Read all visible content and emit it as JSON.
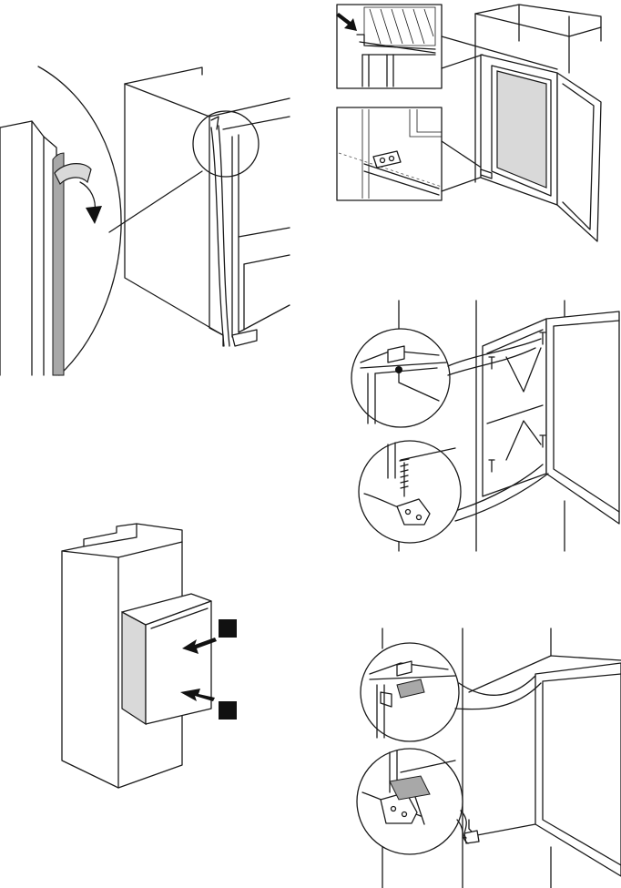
{
  "figure": {
    "panels": [
      {
        "id": "seal-strip"
      },
      {
        "id": "door-hinge-detail"
      },
      {
        "id": "hinge-screws"
      },
      {
        "id": "push-appliance"
      },
      {
        "id": "hinge-cover"
      }
    ],
    "markers": [
      "arrow-icon",
      "callout-circle-icon",
      "screw-icon",
      "square-marker-icon"
    ]
  }
}
